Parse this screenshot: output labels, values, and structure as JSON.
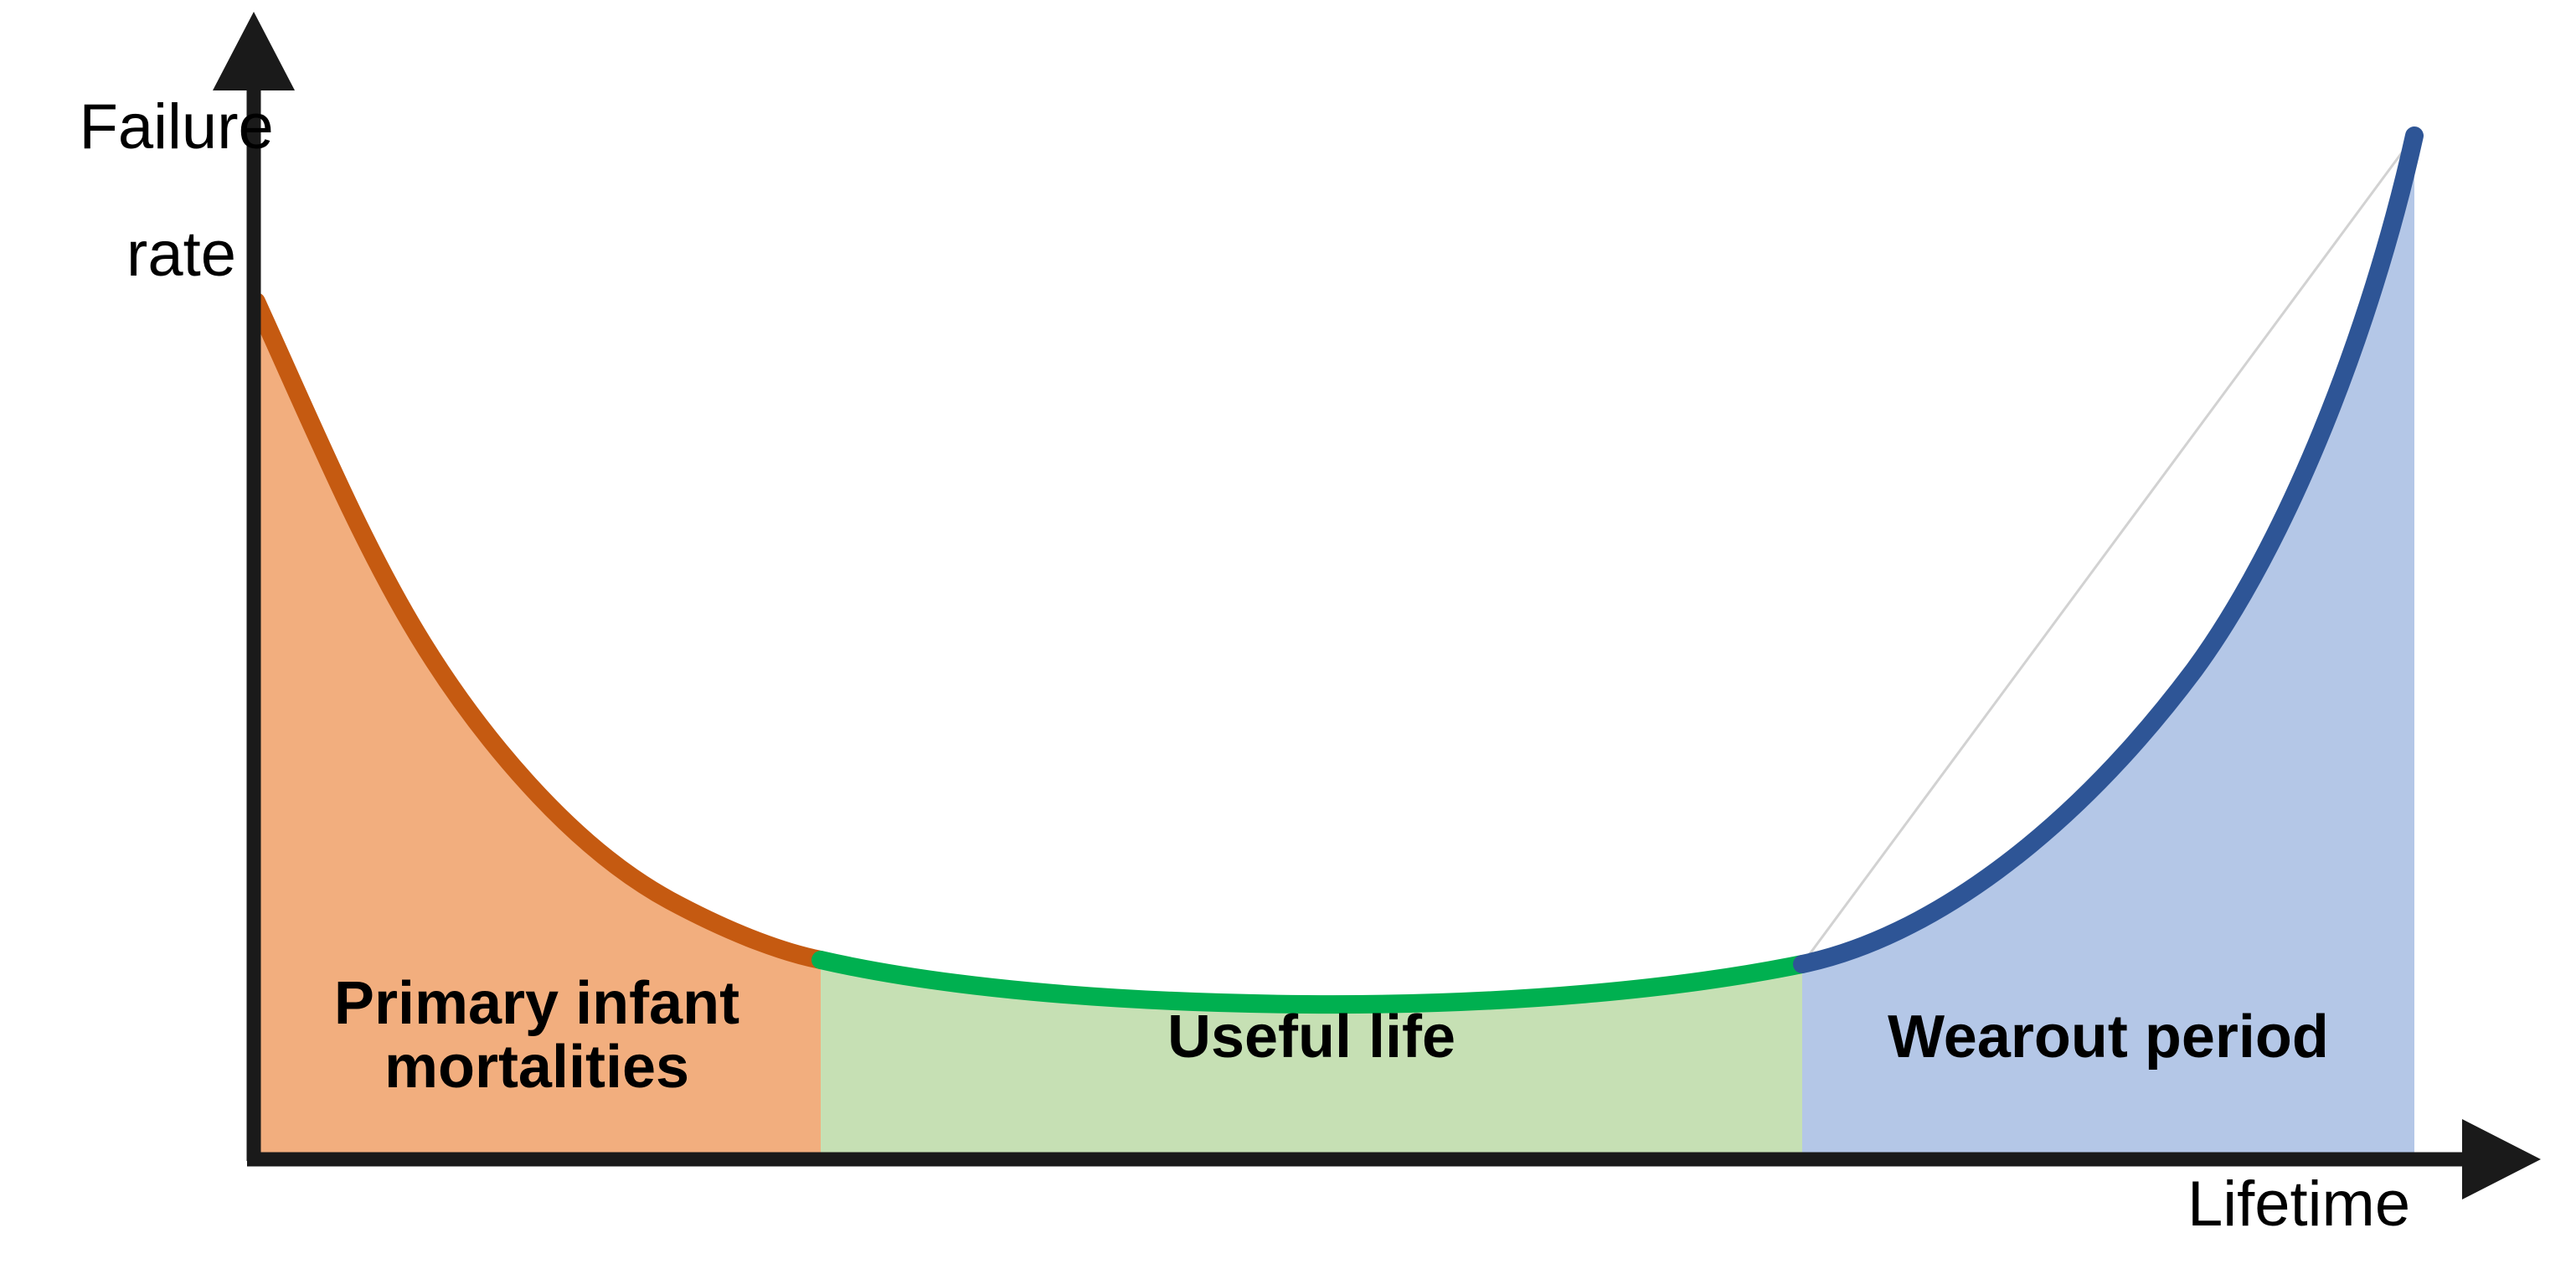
{
  "figure": {
    "title": "",
    "background": "#ffffff"
  },
  "axes": {
    "y_label_line1": "Failure",
    "y_label_line2": "rate",
    "x_label": "Lifetime",
    "axis_color": "#1a1a1a"
  },
  "chart_data": {
    "type": "area",
    "title": "",
    "xlabel": "Lifetime",
    "ylabel": "Failure rate",
    "grid": false,
    "legend": "none",
    "axis_ticks": {
      "x": [],
      "y": []
    },
    "xlim": [
      0,
      1
    ],
    "ylim": [
      0,
      1
    ],
    "description": "Reliability bathtub curve: failure rate versus lifetime, divided into three phases.",
    "reference_line": {
      "name": "chord",
      "color": "#cfcfcf",
      "from": [
        0.748,
        0.186
      ],
      "to": [
        1.0,
        1.0
      ],
      "style": "thin-straight"
    },
    "series": [
      {
        "name": "Primary infant mortalities",
        "phase_index": 0,
        "stroke_color": "#C55A11",
        "fill_color": "#F2AE7E",
        "x_range": [
          0.0,
          0.262
        ],
        "points": [
          [
            0.0,
            0.838
          ],
          [
            0.02,
            0.724
          ],
          [
            0.041,
            0.626
          ],
          [
            0.061,
            0.541
          ],
          [
            0.082,
            0.468
          ],
          [
            0.102,
            0.406
          ],
          [
            0.123,
            0.352
          ],
          [
            0.143,
            0.307
          ],
          [
            0.164,
            0.269
          ],
          [
            0.184,
            0.238
          ],
          [
            0.205,
            0.213
          ],
          [
            0.225,
            0.196
          ],
          [
            0.246,
            0.185
          ],
          [
            0.262,
            0.18
          ]
        ]
      },
      {
        "name": "Useful life",
        "phase_index": 1,
        "stroke_color": "#00B050",
        "fill_color": "#C6E0B4",
        "x_range": [
          0.262,
          0.748
        ],
        "points": [
          [
            0.262,
            0.18
          ],
          [
            0.303,
            0.168
          ],
          [
            0.344,
            0.159
          ],
          [
            0.385,
            0.153
          ],
          [
            0.426,
            0.149
          ],
          [
            0.458,
            0.148
          ],
          [
            0.505,
            0.15
          ],
          [
            0.546,
            0.155
          ],
          [
            0.587,
            0.162
          ],
          [
            0.628,
            0.17
          ],
          [
            0.669,
            0.177
          ],
          [
            0.71,
            0.183
          ],
          [
            0.748,
            0.186
          ]
        ]
      },
      {
        "name": "Wearout period",
        "phase_index": 2,
        "stroke_color": "#2E5596",
        "fill_color": "#B4C7E7",
        "x_range": [
          0.748,
          1.0
        ],
        "points": [
          [
            0.748,
            0.186
          ],
          [
            0.776,
            0.214
          ],
          [
            0.804,
            0.253
          ],
          [
            0.832,
            0.305
          ],
          [
            0.86,
            0.374
          ],
          [
            0.888,
            0.464
          ],
          [
            0.916,
            0.578
          ],
          [
            0.944,
            0.716
          ],
          [
            0.972,
            0.866
          ],
          [
            1.0,
            1.0
          ]
        ]
      }
    ]
  },
  "regions": [
    {
      "id": "primary-infant-mortalities",
      "label": "Primary infant\nmortalities",
      "fill": "#F2AE7E",
      "stroke": "#C55A11"
    },
    {
      "id": "useful-life",
      "label": "Useful life",
      "fill": "#C6E0B4",
      "stroke": "#00B050"
    },
    {
      "id": "wearout-period",
      "label": "Wearout period",
      "fill": "#B4C7E7",
      "stroke": "#2E5596"
    }
  ],
  "colors": {
    "orange_fill": "#F2AE7E",
    "orange_stroke": "#C55A11",
    "green_fill": "#C6E0B4",
    "green_stroke": "#00B050",
    "blue_fill": "#B4C7E7",
    "blue_stroke": "#2E5596",
    "axis": "#1a1a1a",
    "chord": "#cfcfcf",
    "text": "#000000",
    "background": "#ffffff"
  }
}
